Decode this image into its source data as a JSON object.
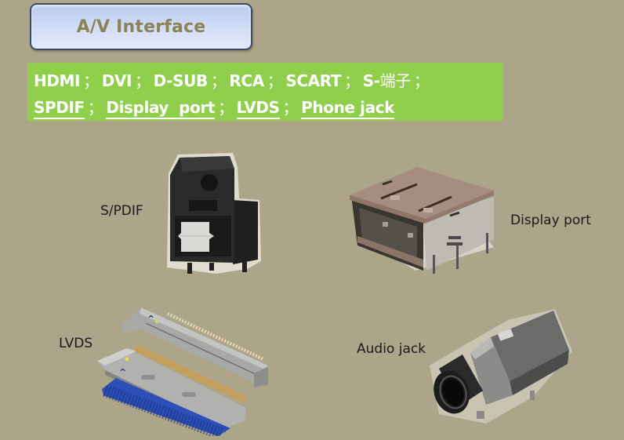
{
  "header": {
    "title": "A/V Interface"
  },
  "interfaces": {
    "line1": [
      {
        "label": "HDMI",
        "underlined": false
      },
      {
        "label": "DVI",
        "underlined": false
      },
      {
        "label": "D-SUB",
        "underlined": false
      },
      {
        "label": "RCA",
        "underlined": false
      },
      {
        "label": "SCART",
        "underlined": false
      },
      {
        "label_prefix": "S-",
        "label_cjk": "端子",
        "underlined": false
      }
    ],
    "line2": [
      {
        "label": "SPDIF",
        "underlined": true
      },
      {
        "label": "Display  port",
        "underlined": true
      },
      {
        "label": "LVDS",
        "underlined": true
      },
      {
        "label": "Phone jack",
        "underlined": true
      }
    ],
    "separator": "；"
  },
  "products": [
    {
      "label": "S/PDIF",
      "image": "optical-toslink-connector"
    },
    {
      "label": "Display port",
      "image": "displayport-receptacle"
    },
    {
      "label": "LVDS",
      "image": "lvds-fpc-connector"
    },
    {
      "label": "Audio jack",
      "image": "audio-phone-jack"
    }
  ],
  "colors": {
    "background": "#ada58a",
    "title_text": "#8a8456",
    "title_fill": "#cfdaf6",
    "title_border": "#3b4a5e",
    "banner_fill": "#8fcf4c",
    "banner_text": "#ffffff"
  }
}
